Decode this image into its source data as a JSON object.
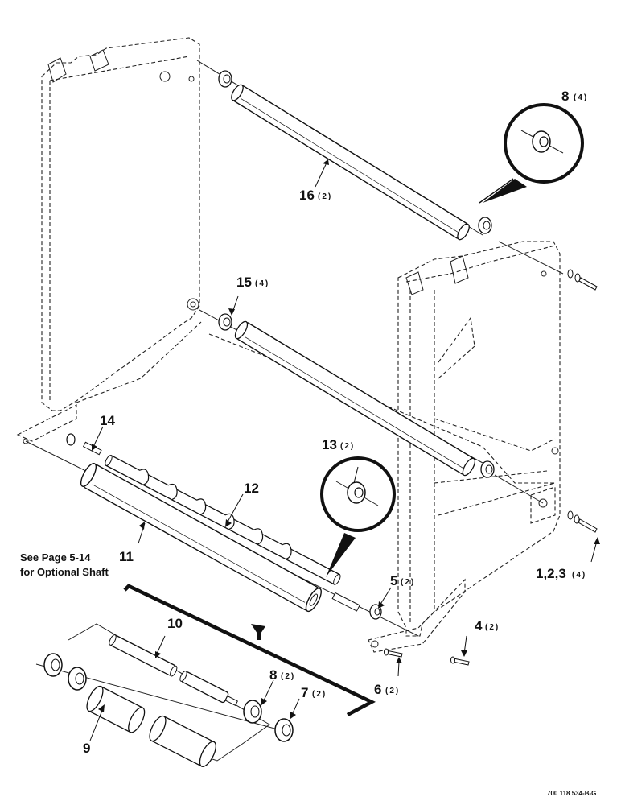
{
  "callouts": {
    "c1": {
      "num": "8",
      "qty": "(4)"
    },
    "c2": {
      "num": "16",
      "qty": "(2)"
    },
    "c3": {
      "num": "15",
      "qty": "(4)"
    },
    "c4": {
      "num": "14"
    },
    "c5": {
      "num": "13",
      "qty": "(2)"
    },
    "c6": {
      "num": "12"
    },
    "c7": {
      "num": "11"
    },
    "c8": {
      "num": "5",
      "qty": "(2)"
    },
    "c9": {
      "num": "1,2,3",
      "qty": "(4)"
    },
    "c10": {
      "num": "4",
      "qty": "(2)"
    },
    "c11": {
      "num": "10"
    },
    "c12": {
      "num": "8",
      "qty": "(2)"
    },
    "c13": {
      "num": "7",
      "qty": "(2)"
    },
    "c14": {
      "num": "6",
      "qty": "(2)"
    },
    "c15": {
      "num": "9"
    }
  },
  "note": {
    "line1": "See Page 5-14",
    "line2": "for Optional Shaft"
  },
  "drawing_code": "700 118 534-B-G"
}
